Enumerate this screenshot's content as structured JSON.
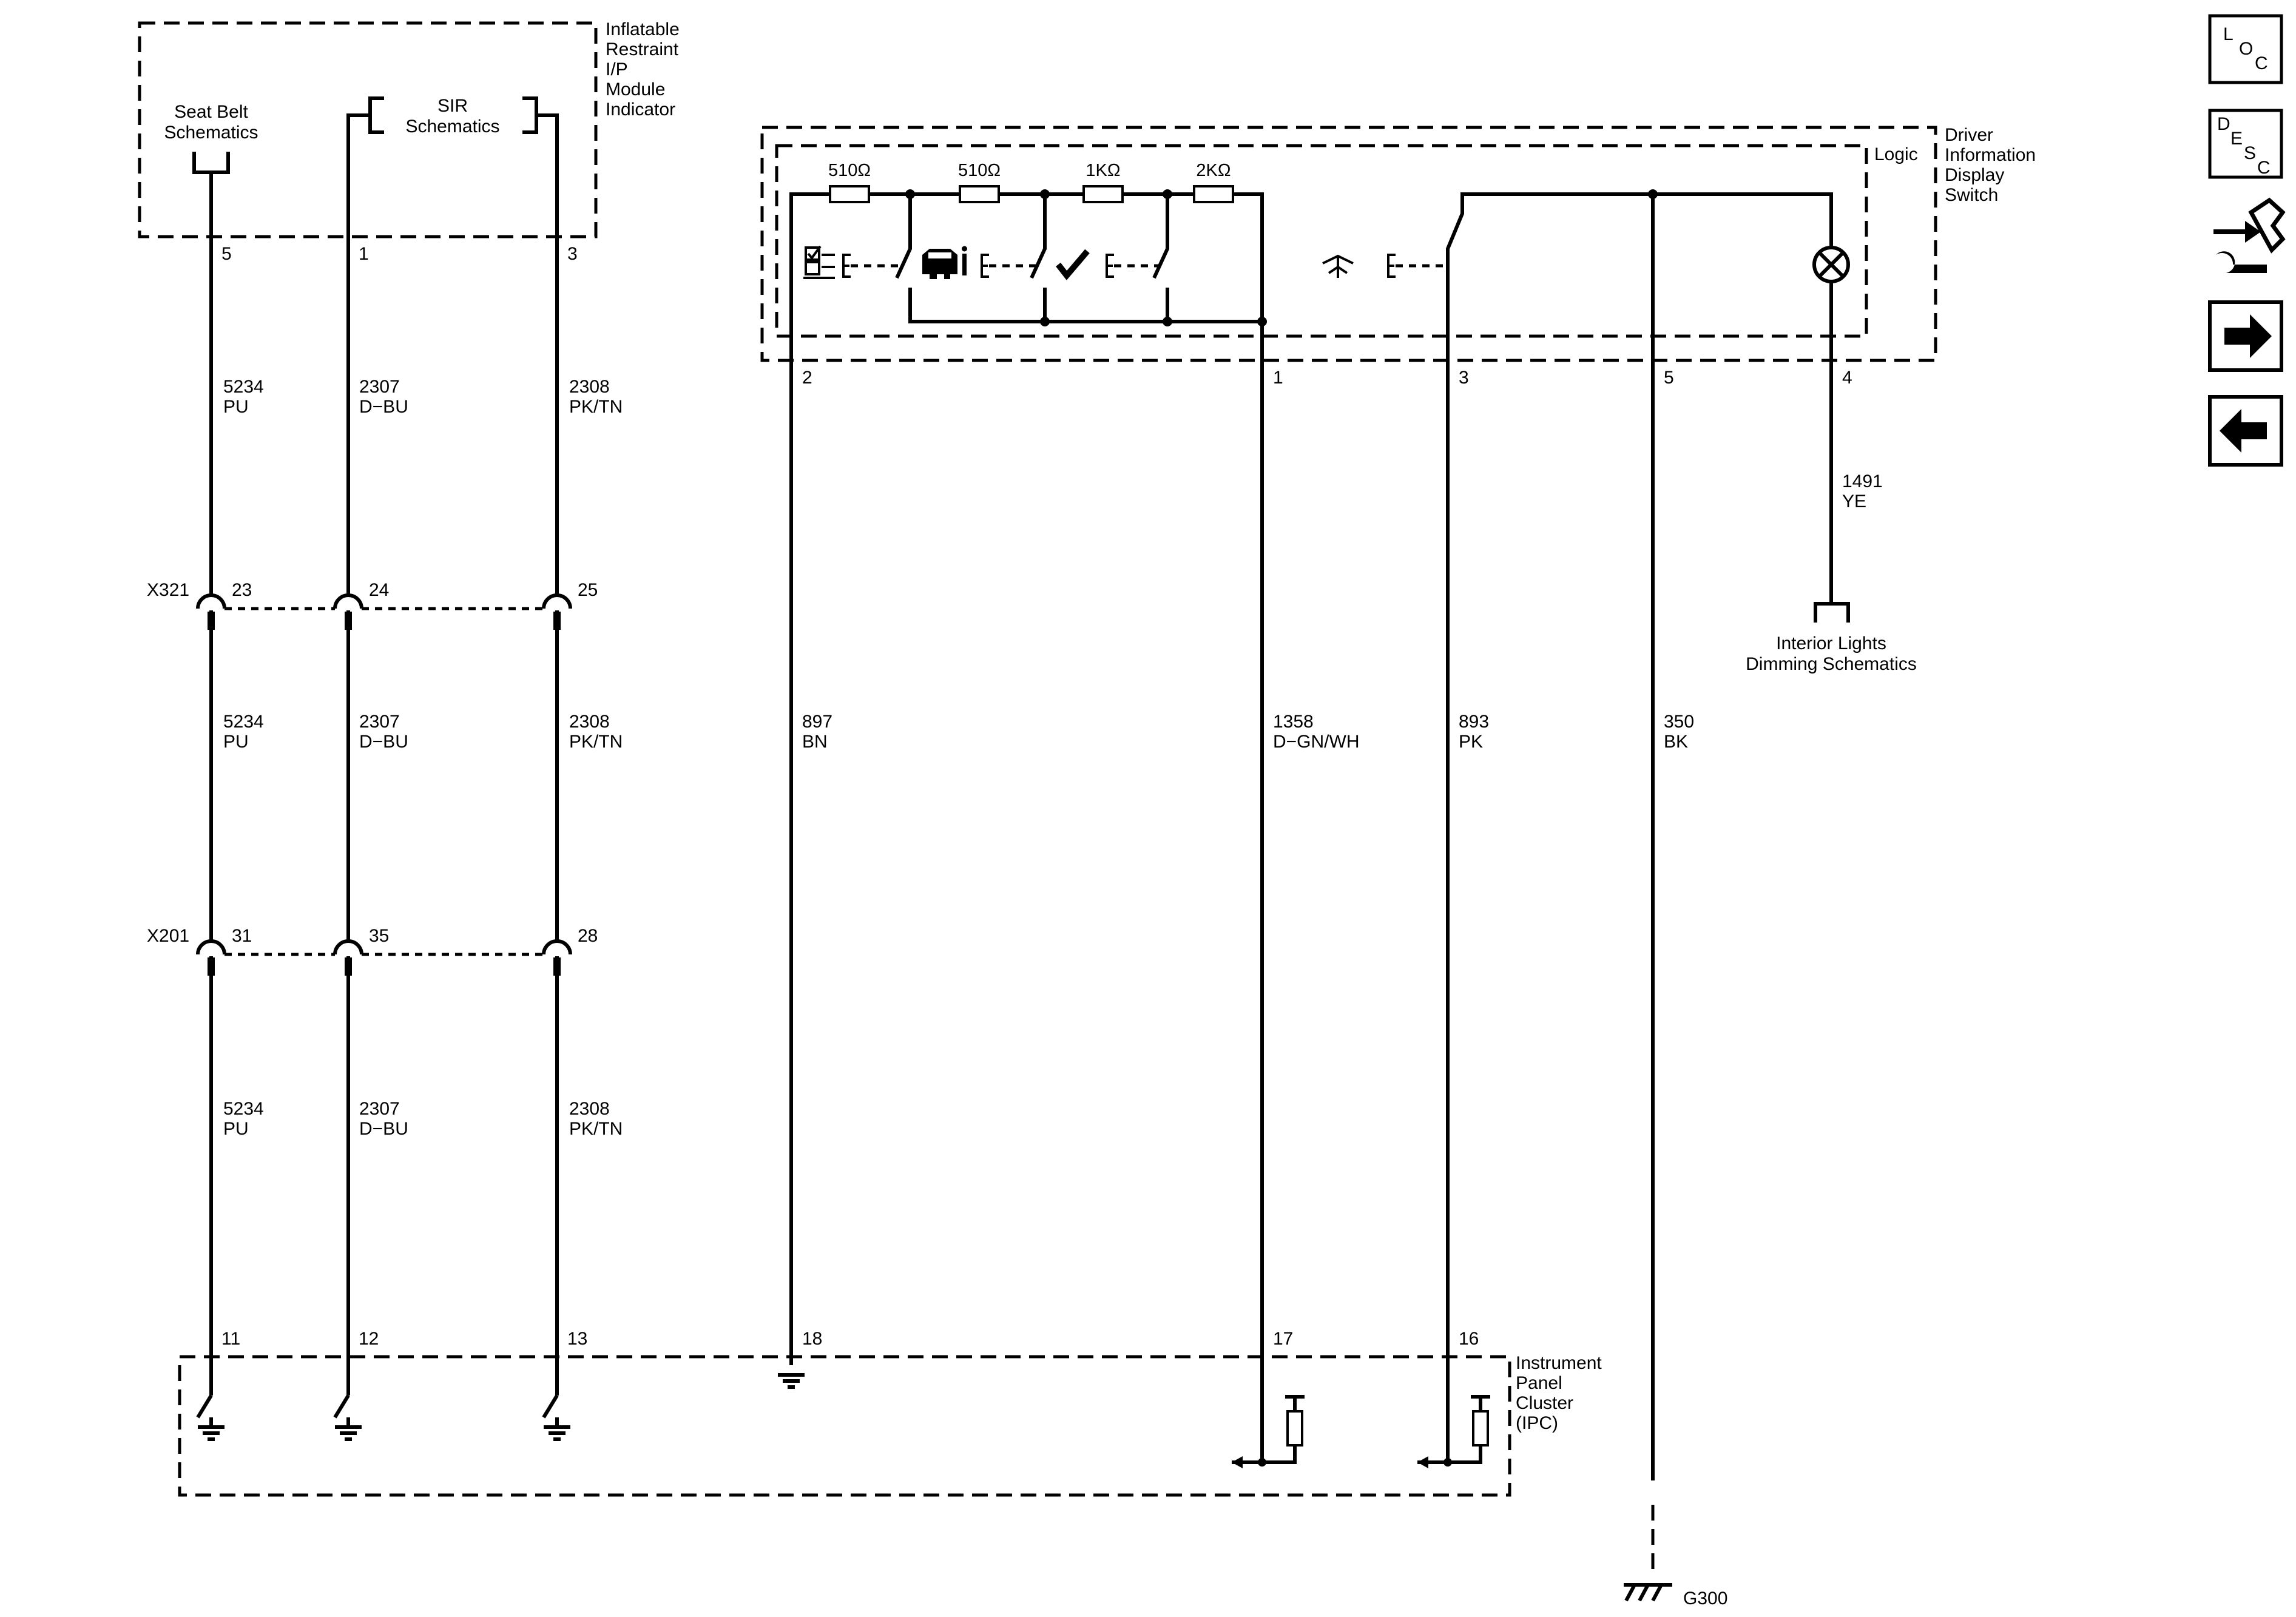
{
  "modules": {
    "restraint": [
      "Inflatable",
      "Restraint",
      "I/P",
      "Module",
      "Indicator"
    ],
    "dids": [
      "Driver",
      "Information",
      "Display",
      "Switch"
    ],
    "ipc": [
      "Instrument",
      "Panel",
      "Cluster",
      "(IPC)"
    ],
    "logic": "Logic"
  },
  "refs": {
    "seat_belt": [
      "Seat Belt",
      "Schematics"
    ],
    "sir": [
      "SIR",
      "Schematics"
    ],
    "interior": [
      "Interior Lights",
      "Dimming Schematics"
    ]
  },
  "connectors": {
    "x321": "X321",
    "x201": "X201"
  },
  "ground": "G300",
  "resistors": [
    "510Ω",
    "510Ω",
    "1KΩ",
    "2KΩ"
  ],
  "circuits": {
    "c5234": {
      "num": "5234",
      "color": "PU"
    },
    "c2307": {
      "num": "2307",
      "color": "D−BU"
    },
    "c2308": {
      "num": "2308",
      "color": "PK/TN"
    },
    "c897": {
      "num": "897",
      "color": "BN"
    },
    "c1358": {
      "num": "1358",
      "color": "D−GN/WH"
    },
    "c893": {
      "num": "893",
      "color": "PK"
    },
    "c350": {
      "num": "350",
      "color": "BK"
    },
    "c1491": {
      "num": "1491",
      "color": "YE"
    }
  },
  "pins": {
    "restraint": [
      "5",
      "1",
      "3"
    ],
    "x321": [
      "23",
      "24",
      "25"
    ],
    "x201": [
      "31",
      "35",
      "28"
    ],
    "ipc": [
      "11",
      "12",
      "13",
      "18",
      "17",
      "16"
    ],
    "dids": [
      "2",
      "1",
      "3",
      "5",
      "4"
    ]
  },
  "nav": {
    "loc": [
      "L",
      "O",
      "C"
    ],
    "desc": [
      "D",
      "E",
      "S",
      "C"
    ],
    "icons": [
      "connector-wrench-icon",
      "arrow-right-icon",
      "arrow-left-icon"
    ]
  }
}
